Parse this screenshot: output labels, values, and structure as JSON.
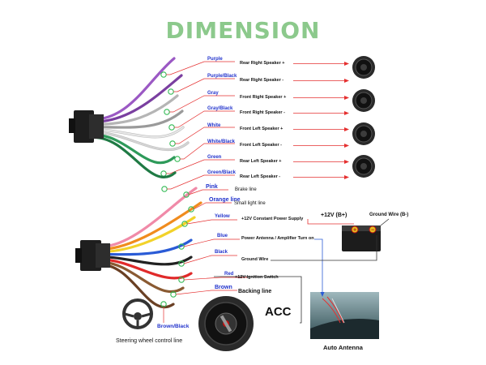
{
  "title": "DIMENSION",
  "speaker_wires": [
    {
      "color_name": "Purple",
      "function": "Rear Right Speaker +",
      "hex": "#9b59c4"
    },
    {
      "color_name": "Purple/Black",
      "function": "Rear Right Speaker -",
      "hex": "#7a3fa0"
    },
    {
      "color_name": "Gray",
      "function": "Front Right Speaker +",
      "hex": "#b5b5b5"
    },
    {
      "color_name": "Gray/Black",
      "function": "Front Right Speaker -",
      "hex": "#9a9a9a"
    },
    {
      "color_name": "White",
      "function": "Front Left Speaker +",
      "hex": "#e8e8e8"
    },
    {
      "color_name": "White/Black",
      "function": "Front Left Speaker -",
      "hex": "#d5d5d5"
    },
    {
      "color_name": "Green",
      "function": "Rear Left Speaker +",
      "hex": "#2e9a5a"
    },
    {
      "color_name": "Green/Black",
      "function": "Rear Left Speaker -",
      "hex": "#1f7a44"
    }
  ],
  "power_wires": [
    {
      "color_name": "Pink",
      "function": "Brake line",
      "hex": "#f08aa8"
    },
    {
      "color_name": "Orange line",
      "function": "Small light line",
      "hex": "#f08c1e"
    },
    {
      "color_name": "Yellow",
      "function": "+12V Constant Power Supply",
      "hex": "#f2d22a"
    },
    {
      "color_name": "Blue",
      "function": "Power Antenna / Amplifier Turn on",
      "hex": "#2a5bd6"
    },
    {
      "color_name": "Black",
      "function": "Ground Wire",
      "hex": "#222222"
    },
    {
      "color_name": "Red",
      "function": "+12V Ignition Switch",
      "hex": "#e02a2a"
    },
    {
      "color_name": "Brown",
      "function": "Backing line",
      "hex": "#8a5a32"
    },
    {
      "color_name": "Brown/Black",
      "function": "Steering wheel control line",
      "hex": "#6a4024"
    }
  ],
  "battery": {
    "positive": "+12V  (B+)",
    "ground": "Ground Wire (B-)"
  },
  "acc_label": "ACC",
  "antenna_caption": "Auto Antenna",
  "colors": {
    "title_green": "#8cc98c",
    "label_blue": "#2233cc",
    "arrow_red": "#e53030",
    "node_green": "#33bb55"
  }
}
